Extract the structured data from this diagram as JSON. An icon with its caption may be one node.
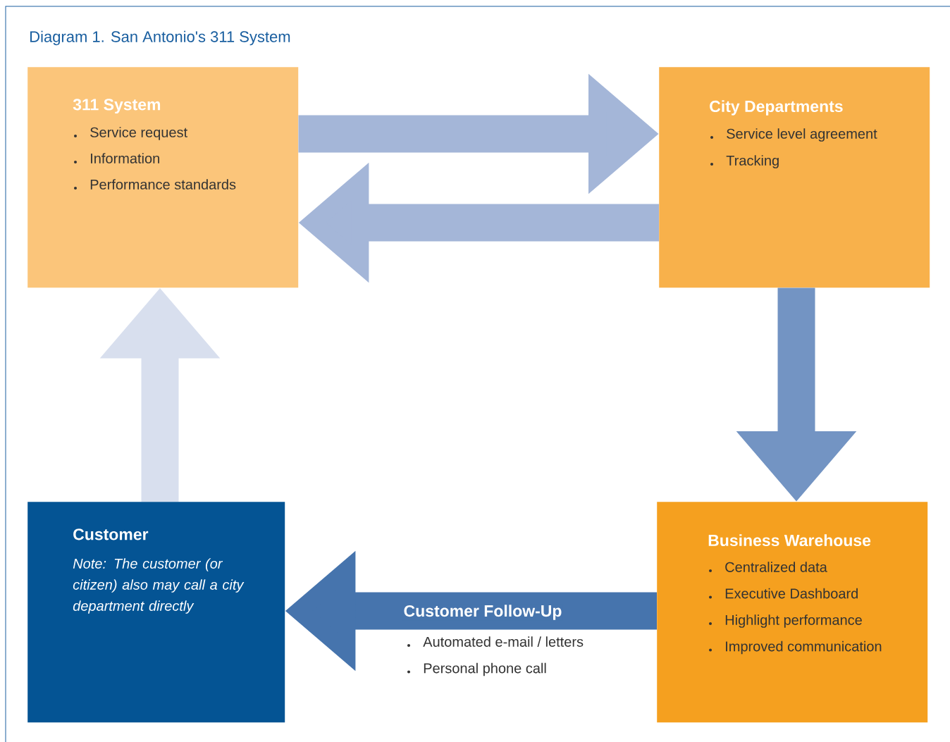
{
  "diagram": {
    "title": "Diagram 1.   San Antonio's 311 System",
    "nodes": [
      {
        "text": [
          "311 System",
          "Service request",
          "Information",
          "Performance standards"
        ]
      },
      {
        "text": [
          "City Departments",
          "Service level agreement",
          "Tracking"
        ]
      },
      {
        "text": [
          "Business Warehouse",
          "Centralized data",
          "Executive Dashboard",
          "Highlight performance",
          "Improved communication"
        ]
      },
      {
        "text": [
          "Customer",
          "Note: The customer (or citizen) also may call a city department directly"
        ]
      }
    ],
    "edges": [
      {
        "from": 0,
        "to": 1,
        "arrow": "to",
        "color": "#a4b6d8"
      },
      {
        "from": 1,
        "to": 0,
        "arrow": "to",
        "color": "#a4b6d8"
      },
      {
        "from": 1,
        "to": 2,
        "arrow": "to",
        "color": "#7394c3"
      },
      {
        "from": 2,
        "to": 3,
        "arrow": "to",
        "label": "Customer Follow-Up",
        "color": "#4674ad"
      },
      {
        "from": 3,
        "to": 0,
        "arrow": "to",
        "color": "#d8dfee"
      }
    ],
    "labels": [
      "Automated e-mail / letters",
      "Personal phone call"
    ]
  }
}
